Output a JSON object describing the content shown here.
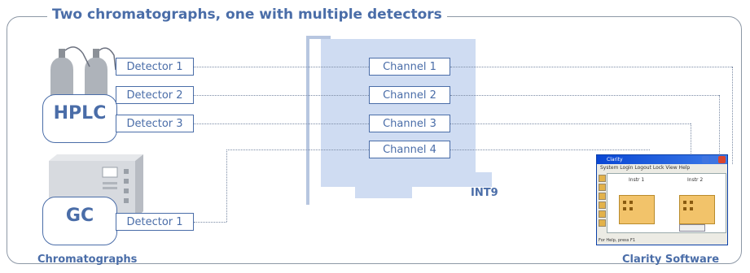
{
  "title": "Two chromatographs, one with multiple detectors",
  "hplc": {
    "label": "HPLC",
    "detectors": [
      "Detector 1",
      "Detector 2",
      "Detector 3"
    ]
  },
  "gc": {
    "label": "GC",
    "detectors": [
      "Detector 1"
    ]
  },
  "card": {
    "label": "INT9",
    "channels": [
      "Channel 1",
      "Channel 2",
      "Channel 3",
      "Channel 4"
    ]
  },
  "captions": {
    "left": "Chromatographs",
    "right": "Clarity Software"
  },
  "software_window": {
    "title": "Clarity",
    "menu": "System  Login  Logout  Lock  View  Help",
    "instrument_1": "Instr 1",
    "instrument_2": "Instr 2",
    "status": "For Help, press F1"
  },
  "colors": {
    "accent": "#4a6da8",
    "card": "#cfdcf2",
    "frame": "#8d98a6",
    "connector": "#7a8aa4"
  }
}
